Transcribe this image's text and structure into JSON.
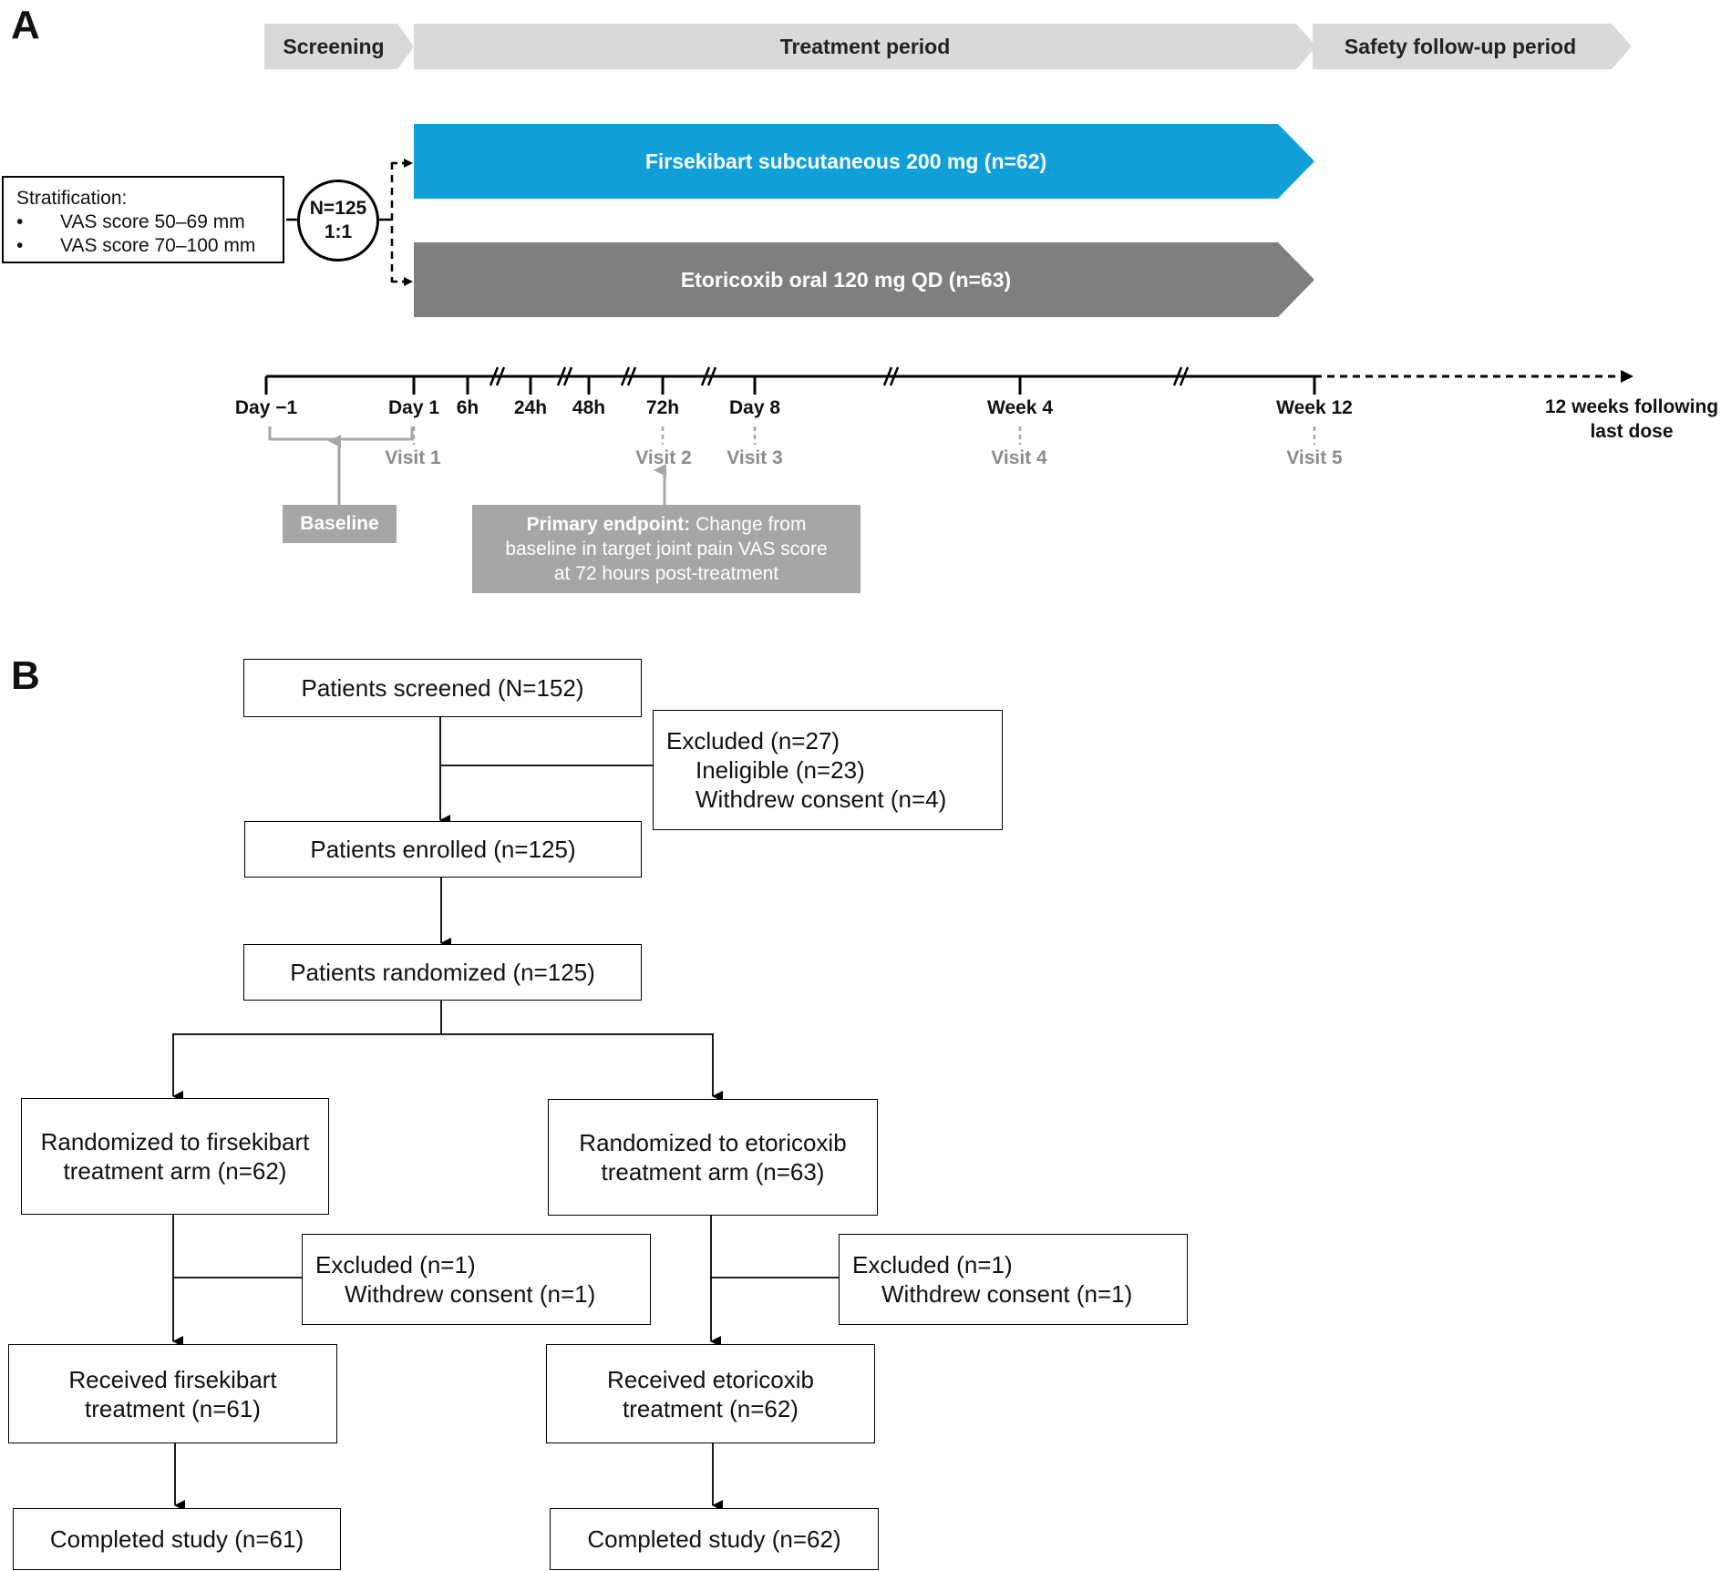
{
  "panelA": {
    "label": "A",
    "phases": {
      "screening": "Screening",
      "treatment": "Treatment period",
      "safety": "Safety follow-up period"
    },
    "stratification": {
      "title": "Stratification:",
      "bullet": "•",
      "items": [
        "VAS score 50–69 mm",
        "VAS score 70–100 mm"
      ]
    },
    "randomization": {
      "n": "N=125",
      "ratio": "1:1"
    },
    "arms": {
      "firsekibart": "Firsekibart subcutaneous 200 mg (n=62)",
      "etoricoxib": "Etoricoxib oral 120 mg QD (n=63)"
    },
    "timeline": {
      "ticks": [
        "Day −1",
        "Day 1",
        "6h",
        "24h",
        "48h",
        "72h",
        "Day 8",
        "Week 4",
        "Week 12"
      ],
      "end_label": [
        "12 weeks following",
        "last dose"
      ],
      "visits": [
        "Visit 1",
        "Visit 2",
        "Visit 3",
        "Visit 4",
        "Visit 5"
      ]
    },
    "baseline": "Baseline",
    "primary_endpoint": {
      "bold": "Primary endpoint:",
      "line1_rest": " Change from",
      "line2": "baseline in target joint pain VAS score",
      "line3": "at 72 hours post-treatment"
    },
    "colors": {
      "firsekibart": "#119fd7",
      "etoricoxib": "#7f7f7f",
      "phase": "#d9d9d9",
      "annotation": "#a6a6a6"
    }
  },
  "panelB": {
    "label": "B",
    "screened": "Patients screened (N=152)",
    "excluded_main": {
      "title": "Excluded (n=27)",
      "ineligible": "Ineligible (n=23)",
      "withdrew": "Withdrew consent (n=4)"
    },
    "enrolled": "Patients enrolled (n=125)",
    "randomized": "Patients randomized (n=125)",
    "arm_left": {
      "randomized": [
        "Randomized to firsekibart",
        "treatment arm (n=62)"
      ],
      "excluded_title": "Excluded (n=1)",
      "excluded_reason": "Withdrew consent (n=1)",
      "received": [
        "Received firsekibart",
        "treatment (n=61)"
      ],
      "completed": "Completed study (n=61)"
    },
    "arm_right": {
      "randomized": [
        "Randomized to etoricoxib",
        "treatment arm (n=63)"
      ],
      "excluded_title": "Excluded (n=1)",
      "excluded_reason": "Withdrew consent (n=1)",
      "received": [
        "Received etoricoxib",
        "treatment (n=62)"
      ],
      "completed": "Completed study (n=62)"
    }
  }
}
